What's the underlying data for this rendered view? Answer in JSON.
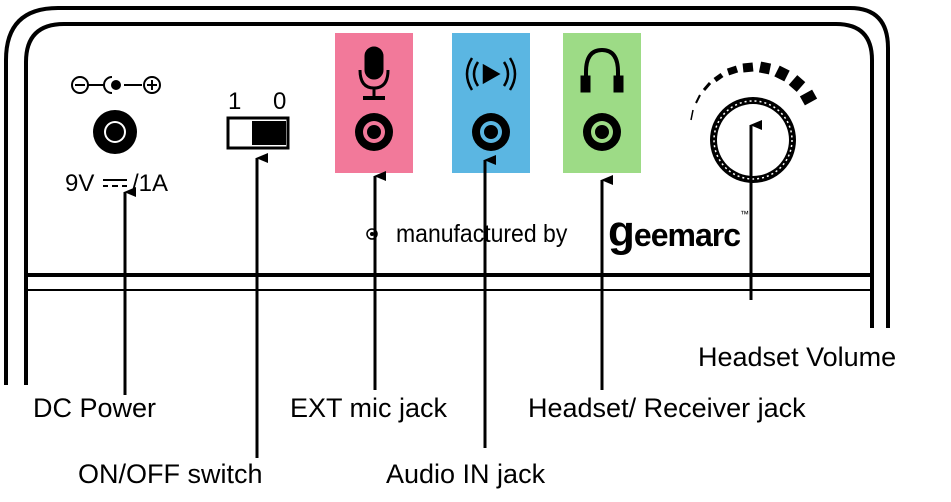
{
  "panel": {
    "power_rating_volts": "9V",
    "power_rating_amps": "/1A",
    "switch_on_label": "1",
    "switch_off_label": "0",
    "manufacturer_text": "manufactured by",
    "brand_initial": "g",
    "brand_rest": "eemarc",
    "brand_trademark": "™"
  },
  "jacks": [
    {
      "id": "ext-mic",
      "icon": "microphone-icon",
      "color": "#f2799a"
    },
    {
      "id": "audio-in",
      "icon": "audio-waves-icon",
      "color": "#5bb6e2"
    },
    {
      "id": "headset",
      "icon": "headphones-icon",
      "color": "#9ddb86"
    }
  ],
  "callouts": {
    "dc_power": "DC Power",
    "on_off_switch": "ON/OFF switch",
    "ext_mic_jack": "EXT mic jack",
    "audio_in_jack": "Audio IN jack",
    "headset_receiver_jack": "Headset/ Receiver jack",
    "headset_volume": "Headset Volume"
  }
}
